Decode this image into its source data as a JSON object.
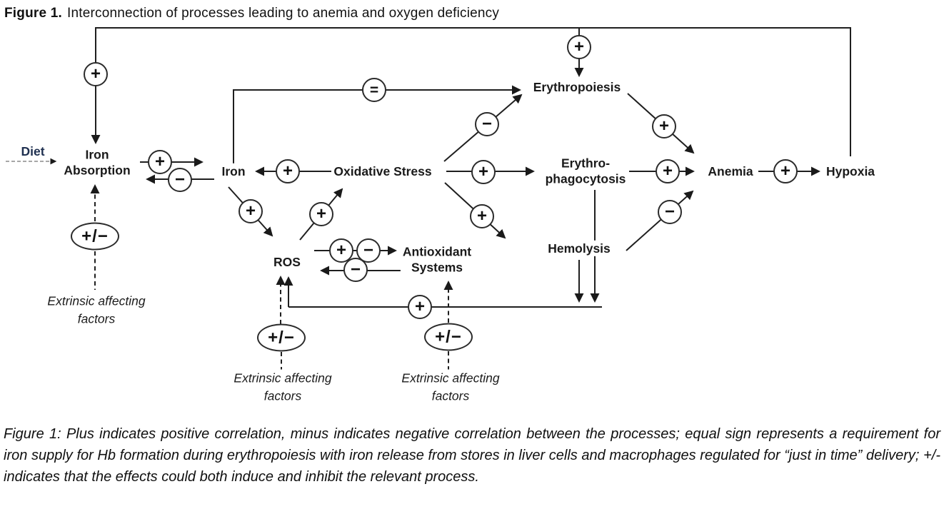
{
  "title": {
    "prefix": "Figure 1.",
    "text": "Interconnection of processes leading to anemia and oxygen deficiency"
  },
  "nodes": {
    "diet": "Diet",
    "iron_absorption": "Iron\nAbsorption",
    "iron": "Iron",
    "oxidative_stress": "Oxidative Stress",
    "ros": "ROS",
    "antioxidant_systems": "Antioxidant\nSystems",
    "erythropoiesis": "Erythropoiesis",
    "erythro_phagocytosis": "Erythro-\nphagocytosis",
    "hemolysis": "Hemolysis",
    "anemia": "Anemia",
    "hypoxia": "Hypoxia",
    "extrinsic": "Extrinsic affecting\nfactors"
  },
  "signs": {
    "plus": "+",
    "minus": "−",
    "equal": "=",
    "plus_minus": "+/−"
  },
  "caption": "Figure 1: Plus indicates positive correlation, minus indicates negative correlation between the processes; equal sign represents a requirement for iron supply for Hb formation during erythropoiesis with iron release from stores in liver cells and macrophages regulated for “just in time” delivery; +/- indicates that the effects could both induce and inhibit the relevant process.",
  "colors": {
    "line": "#1f1f1f",
    "diet_label": "#1f3050",
    "text": "#1a1a1a",
    "background": "#ffffff"
  }
}
